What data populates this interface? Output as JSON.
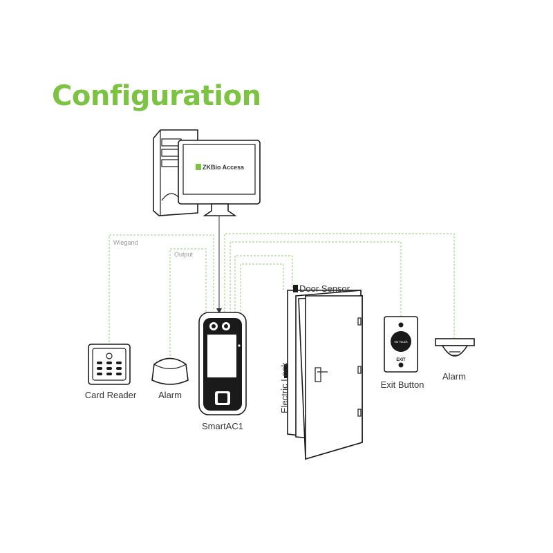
{
  "title": "Configuration",
  "software": {
    "brand": "ZKBio Access"
  },
  "devices": {
    "card_reader": "Card Reader",
    "alarm_left": "Alarm",
    "terminal": "SmartAC1",
    "door_sensor": "Door Sensor",
    "electric_lock": "Electric Lock",
    "exit_button": "Exit Button",
    "alarm_right": "Alarm"
  },
  "exit_button_face": {
    "center_text": "No Touch",
    "bottom_text": "EXIT"
  },
  "wires": {
    "wiegand": "Wiegand",
    "output": "Output"
  },
  "colors": {
    "title": "#7cc243",
    "wire": "#9bcb7a",
    "outline": "#1a1a1a"
  }
}
